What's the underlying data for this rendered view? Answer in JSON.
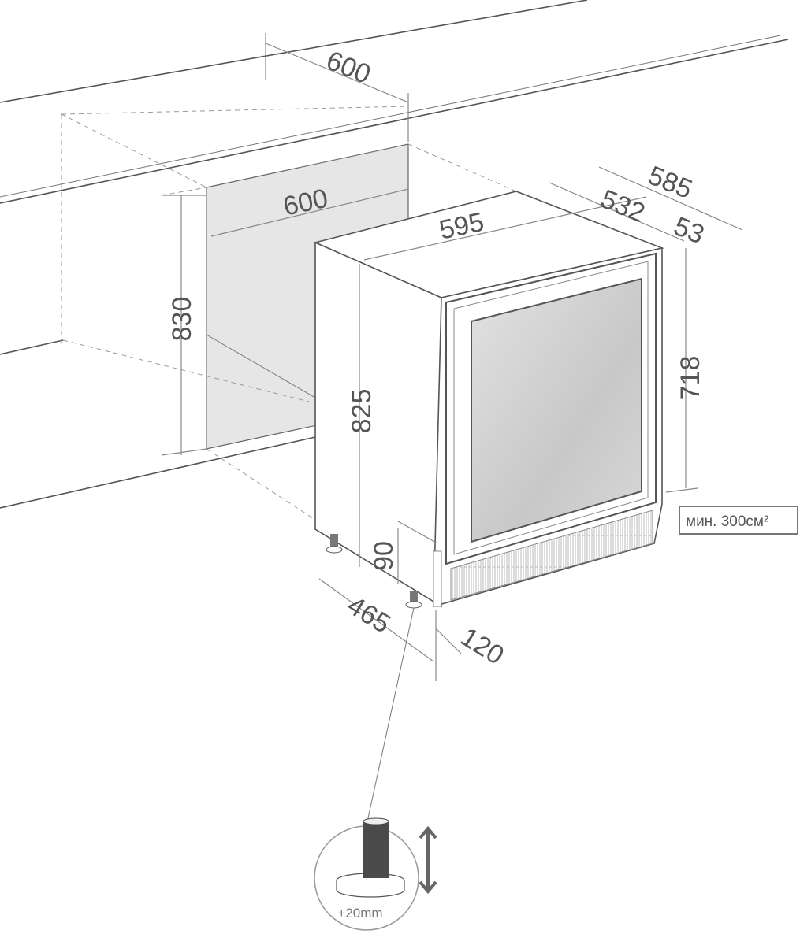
{
  "diagram": {
    "dimensions": {
      "niche_depth_top": "600",
      "niche_width": "600",
      "niche_height": "830",
      "unit_width": "595",
      "unit_depth_total": "585",
      "unit_depth_body": "532",
      "door_depth": "53",
      "unit_height": "825",
      "door_height": "718",
      "plinth_height": "90",
      "feet_depth": "465",
      "plinth_setback": "120"
    },
    "ventilation_note": "мин. 300см²",
    "foot_adjustment": "+20mm"
  },
  "colors": {
    "line": "#555555",
    "panel": "#e6e6e6",
    "glass": "#cfcfcf",
    "foot": "#4a4a4a"
  }
}
